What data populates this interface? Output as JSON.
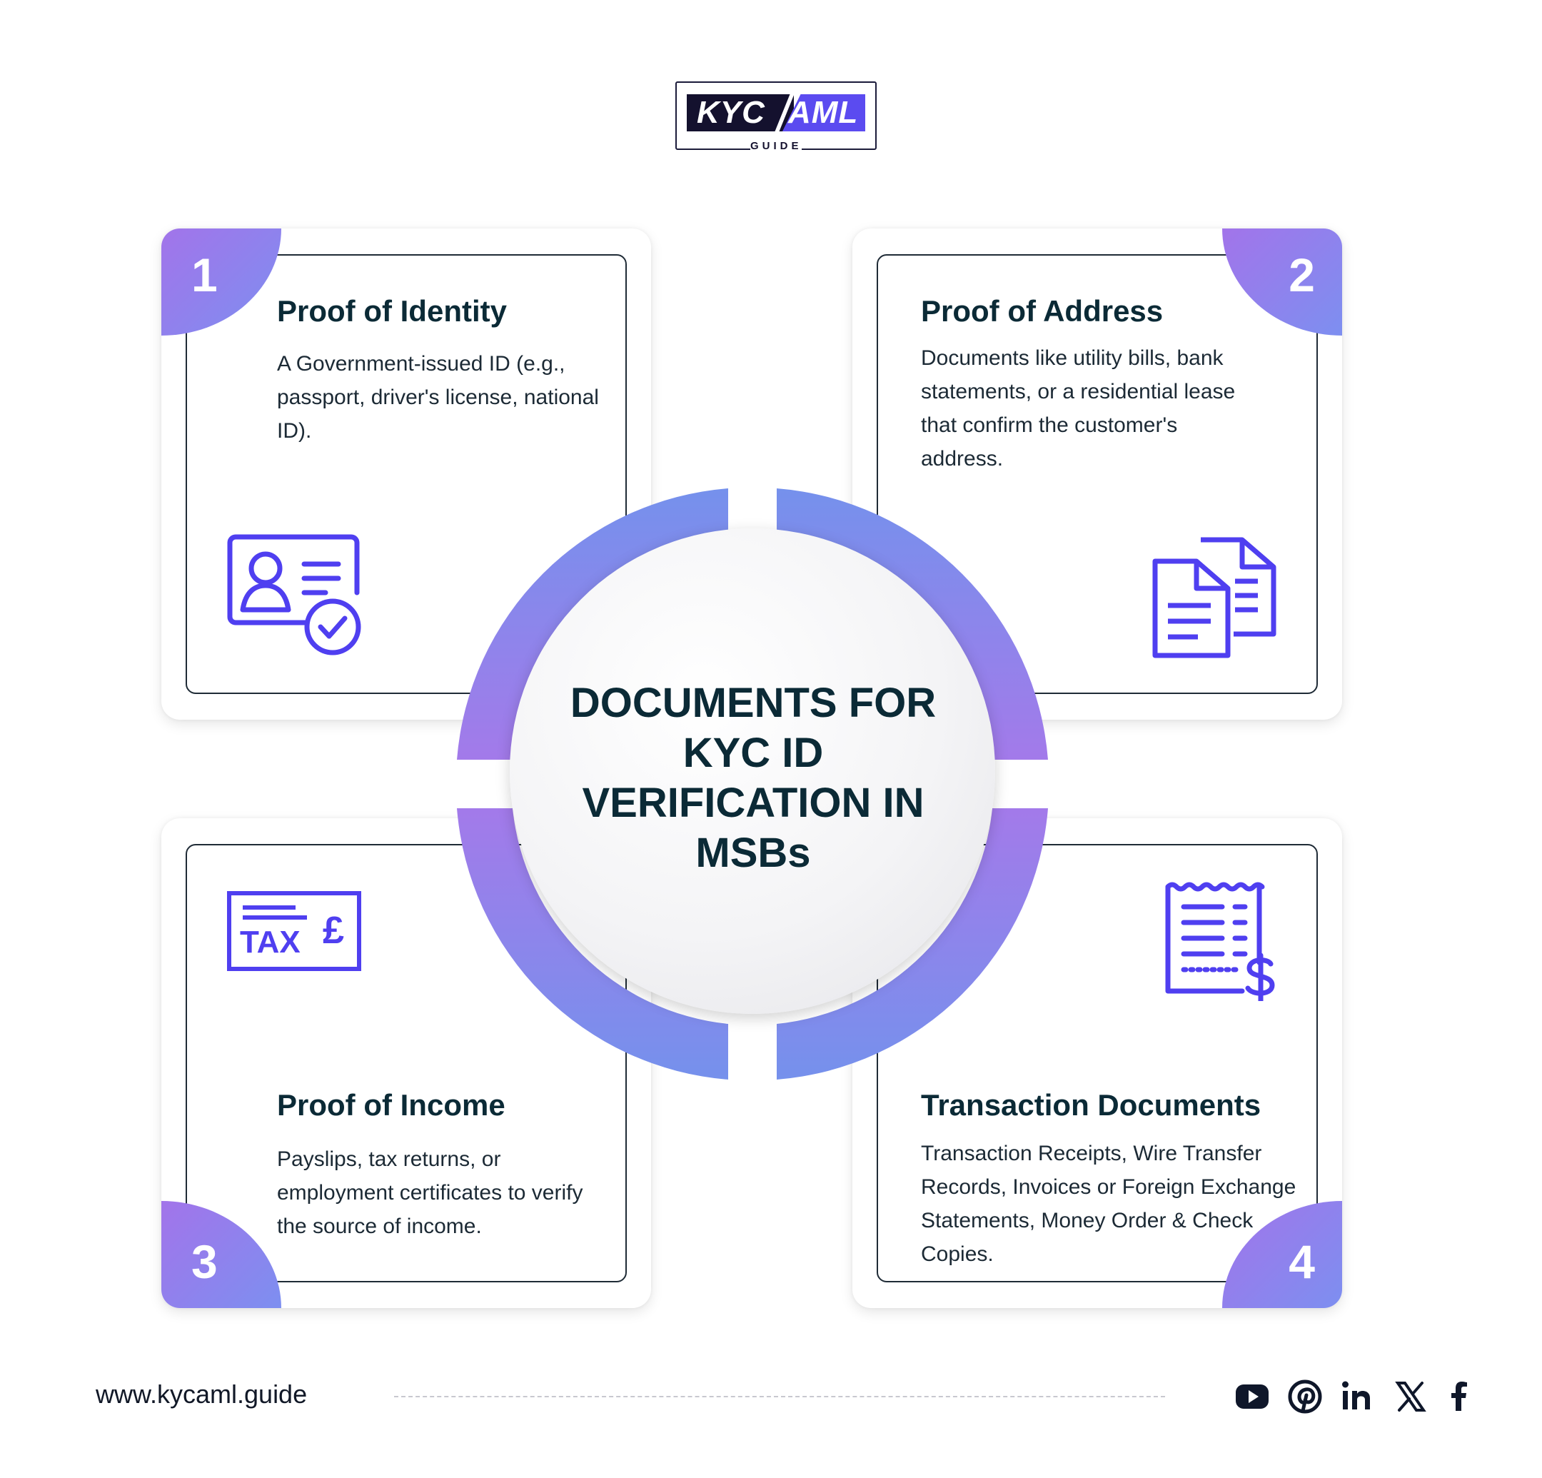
{
  "logo": {
    "left": "KYC",
    "right": "AML",
    "sub": "GUIDE"
  },
  "center": {
    "title": "DOCUMENTS FOR KYC ID VERIFICATION IN MSBs"
  },
  "cards": [
    {
      "number": "1",
      "title": "Proof of Identity",
      "description": "A Government-issued ID (e.g., passport, driver's license, national ID).",
      "icon": "id-card-check-icon"
    },
    {
      "number": "2",
      "title": "Proof of Address",
      "description": "Documents like utility bills, bank statements, or a residential lease that confirm the customer's address.",
      "icon": "documents-icon"
    },
    {
      "number": "3",
      "title": "Proof of Income",
      "description": "Payslips, tax returns, or employment certificates to verify the source of income.",
      "icon": "tax-pound-icon"
    },
    {
      "number": "4",
      "title": "Transaction Documents",
      "description": "Transaction Receipts, Wire Transfer Records, Invoices or Foreign Exchange Statements, Money Order & Check Copies.",
      "icon": "receipt-dollar-icon"
    }
  ],
  "tax_icon_text": {
    "tax": "TAX",
    "currency": "£"
  },
  "footer": {
    "website": "www.kycaml.guide",
    "social": [
      "youtube-icon",
      "pinterest-icon",
      "linkedin-icon",
      "x-icon",
      "facebook-icon"
    ]
  },
  "colors": {
    "accent": "#5b4bf0",
    "gradient_start": "#a274ea",
    "gradient_end": "#7d8ff0",
    "text_dark": "#0b2a36"
  }
}
